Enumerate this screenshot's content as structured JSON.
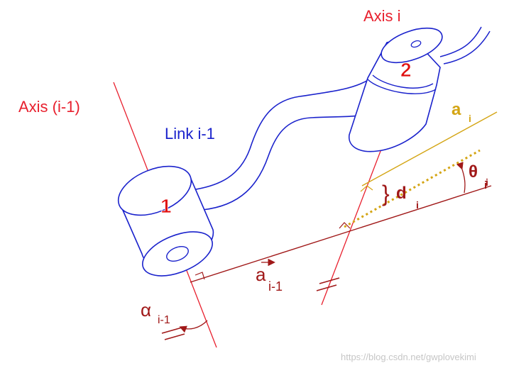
{
  "labels": {
    "axis_i": "Axis i",
    "axis_prev": "Axis (i-1)",
    "link": "Link i-1",
    "joint_1": "1",
    "joint_2": "2",
    "a_next": "a",
    "a_next_sub": "i",
    "d": "d",
    "d_sub": "i",
    "theta": "θ",
    "theta_sub": "i",
    "x_end": "i",
    "a_prev": "a",
    "a_prev_sub": "i-1",
    "alpha": "α",
    "alpha_sub": "i-1",
    "d_brace": "}",
    "vector_arrow": "→"
  },
  "watermark": "https://blog.csdn.net/gwplovekimi",
  "colors": {
    "axis_red": "#e8202e",
    "dark_red": "#a01818",
    "link_blue": "#1a22cc",
    "gold": "#d4a514",
    "joint_label": "#e01010",
    "watermark": "#c6c6c6"
  }
}
